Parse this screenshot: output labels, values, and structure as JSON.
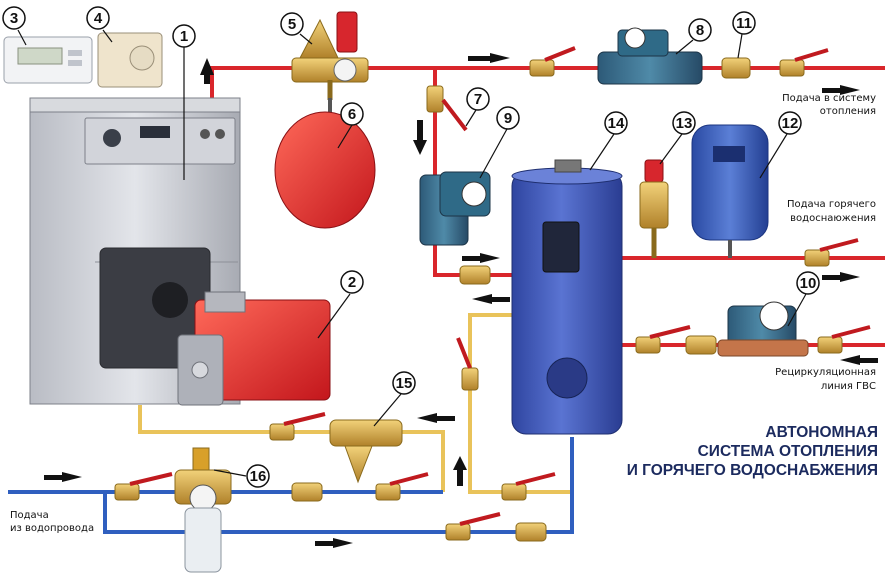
{
  "diagram": {
    "title_lines": [
      "АВТОНОМНАЯ",
      "СИСТЕМА ОТОПЛЕНИЯ",
      "И ГОРЯЧЕГО ВОДОСНАБЖЕНИЯ"
    ],
    "labels": {
      "heating_supply": [
        "Подача в систему",
        "отопления"
      ],
      "hot_water_supply": [
        "Подача горячего",
        "водоснаюжения"
      ],
      "recirculation": [
        "Рециркуляционная",
        "линия ГВС"
      ],
      "water_main": [
        "Подача",
        "из водопровода"
      ]
    },
    "callouts": [
      "1",
      "2",
      "3",
      "4",
      "5",
      "6",
      "7",
      "8",
      "9",
      "10",
      "11",
      "12",
      "13",
      "14",
      "15",
      "16"
    ],
    "colors": {
      "supply_pipe": "#d9262b",
      "return_pipe": "#2f5fbf",
      "dhw_pipe": "#e9c35a",
      "boiler": "#c9ccd3",
      "burner": "#e0262b",
      "tank": "#3d56b8",
      "expansion_vessel_heating": "#e23a2e",
      "expansion_vessel_dhw": "#2f58b5",
      "pump": "#2b4f6e",
      "fitting": "#c49b3a"
    }
  }
}
